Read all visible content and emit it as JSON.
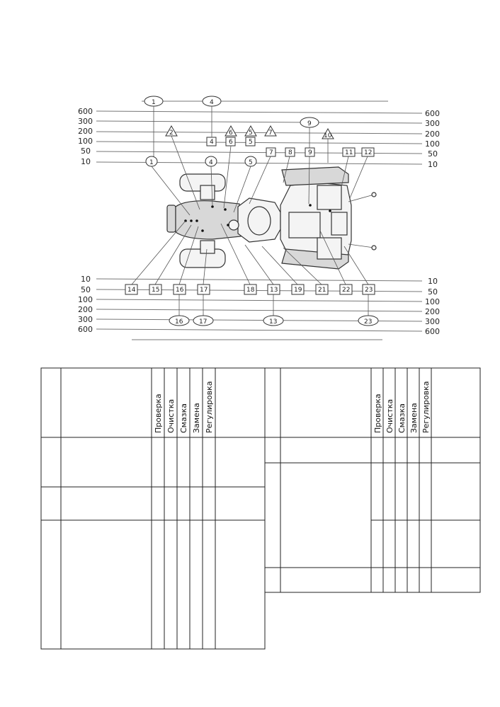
{
  "scale": {
    "top": [
      "600",
      "300",
      "200",
      "100",
      "50",
      "10"
    ],
    "bottom": [
      "10",
      "50",
      "100",
      "200",
      "300",
      "600"
    ]
  },
  "callouts": {
    "top_circles": [
      "1",
      "4",
      "9"
    ],
    "top_triangles": [
      "2",
      "6",
      "5",
      "7",
      "10"
    ],
    "top_boxes": [
      "4",
      "6",
      "5",
      "7",
      "8",
      "9",
      "11",
      "12"
    ],
    "top_small_circles": [
      "1",
      "4",
      "5"
    ],
    "bottom_boxes": [
      "14",
      "15",
      "16",
      "17",
      "18",
      "13",
      "19",
      "21",
      "22",
      "23"
    ],
    "bottom_circles": [
      "16",
      "17",
      "13",
      "23"
    ]
  },
  "table": {
    "headers": [
      "Проверка",
      "Очистка",
      "Смазка",
      "Замена",
      "Регулировка"
    ]
  }
}
